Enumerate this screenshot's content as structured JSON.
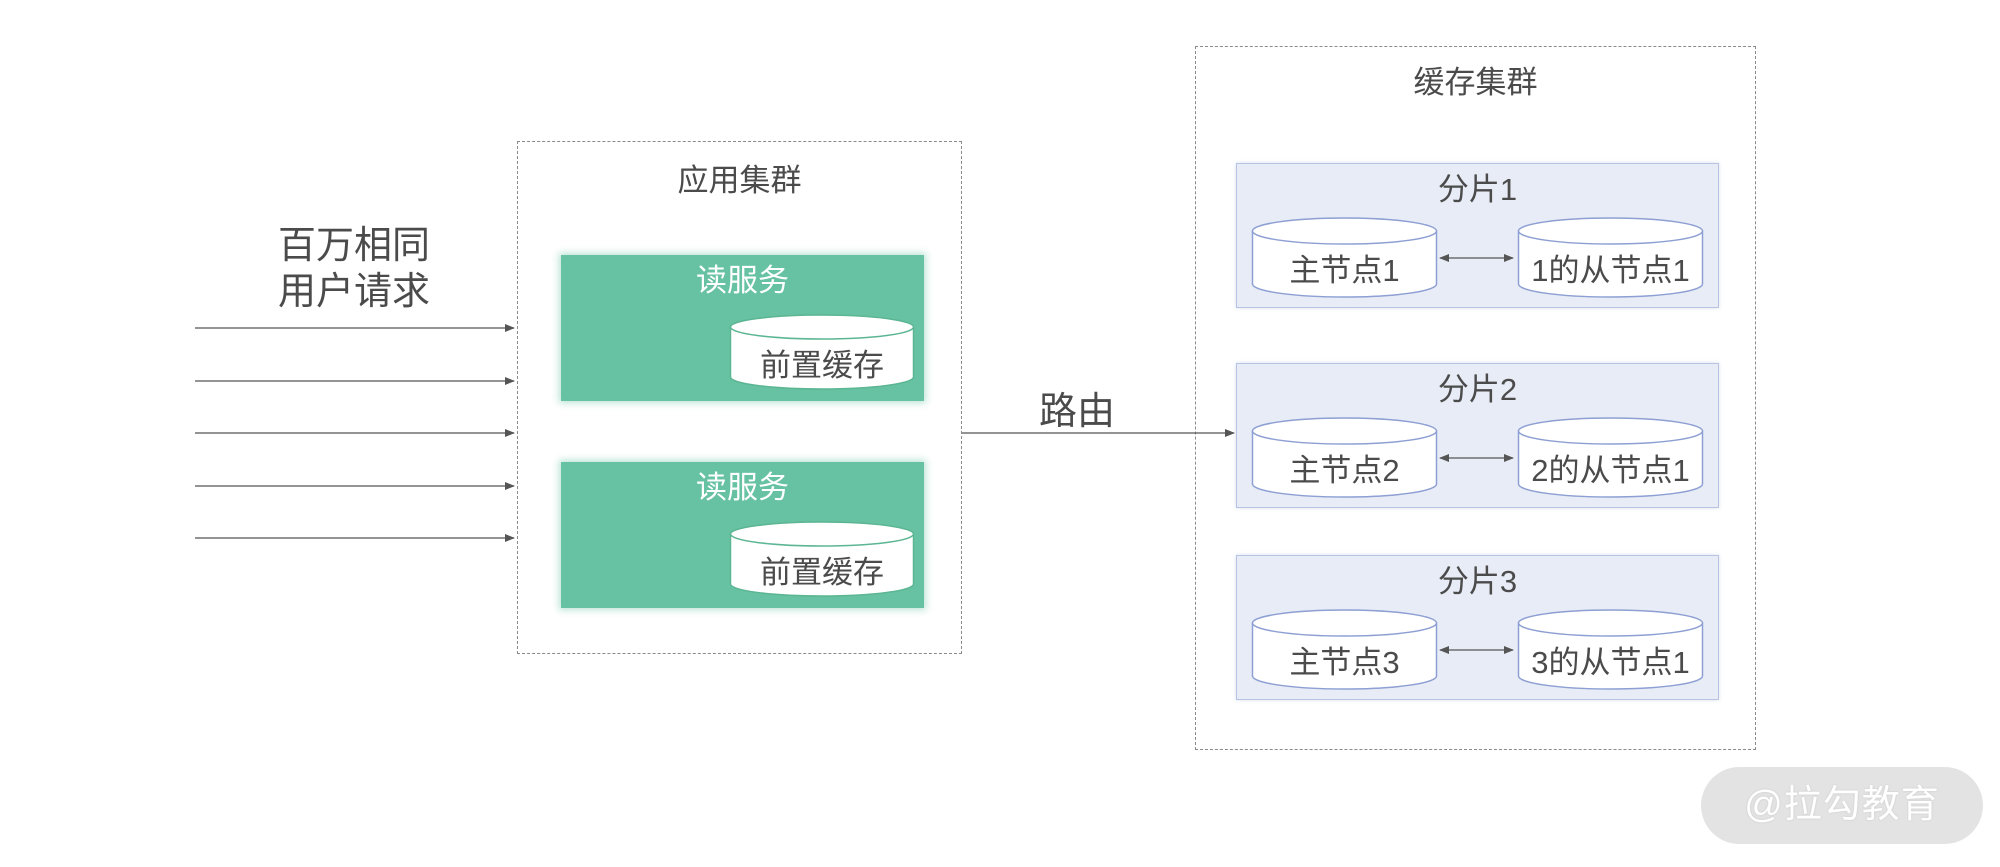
{
  "requests": {
    "line1": "百万相同",
    "line2": "用户请求"
  },
  "app_cluster": {
    "title": "应用集群",
    "services": [
      {
        "label": "读服务",
        "cache": "前置缓存"
      },
      {
        "label": "读服务",
        "cache": "前置缓存"
      }
    ]
  },
  "route": {
    "label": "路由"
  },
  "cache_cluster": {
    "title": "缓存集群",
    "shards": [
      {
        "label": "分片1",
        "primary": "主节点1",
        "replica": "1的从节点1"
      },
      {
        "label": "分片2",
        "primary": "主节点2",
        "replica": "2的从节点1"
      },
      {
        "label": "分片3",
        "primary": "主节点3",
        "replica": "3的从节点1"
      }
    ]
  },
  "watermark": "@拉勾教育",
  "colors": {
    "service_fill": "#66c2a3",
    "shard_fill": "#e8ecf6",
    "shard_border": "#b7c3e3",
    "node_outline": "#8d9fd3",
    "text": "#4b4b4b",
    "arrow": "#555555"
  }
}
